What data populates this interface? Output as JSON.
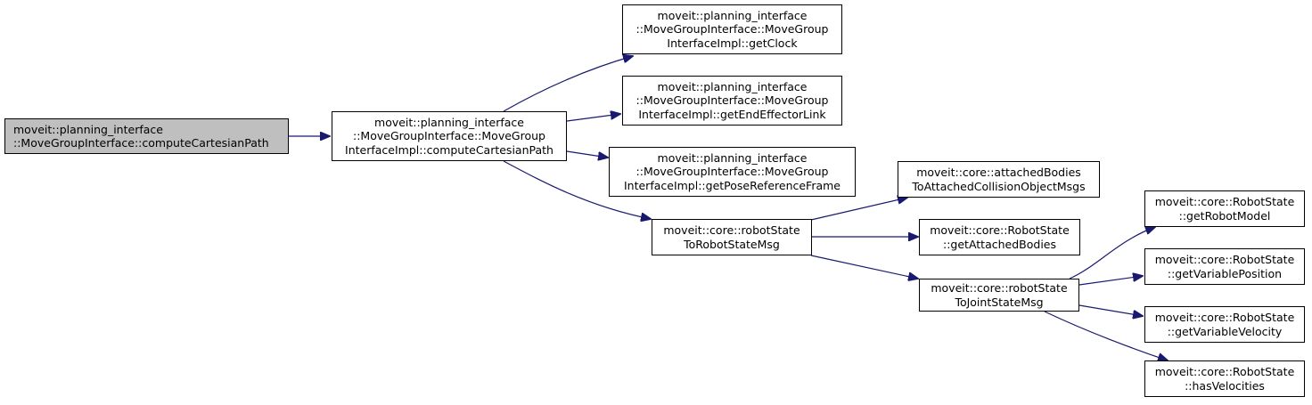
{
  "colors": {
    "edge": "#191970",
    "root_fill": "#bfbfbf",
    "node_fill": "#ffffff",
    "border": "#000000"
  },
  "nodes": {
    "n1": {
      "lines": [
        "moveit::planning_interface",
        "::MoveGroupInterface::computeCartesianPath"
      ]
    },
    "n2": {
      "lines": [
        "moveit::planning_interface",
        "::MoveGroupInterface::MoveGroup",
        "InterfaceImpl::computeCartesianPath"
      ]
    },
    "n3": {
      "lines": [
        "moveit::planning_interface",
        "::MoveGroupInterface::MoveGroup",
        "InterfaceImpl::getClock"
      ]
    },
    "n4": {
      "lines": [
        "moveit::planning_interface",
        "::MoveGroupInterface::MoveGroup",
        "InterfaceImpl::getEndEffectorLink"
      ]
    },
    "n5": {
      "lines": [
        "moveit::planning_interface",
        "::MoveGroupInterface::MoveGroup",
        "InterfaceImpl::getPoseReferenceFrame"
      ]
    },
    "n6": {
      "lines": [
        "moveit::core::robotState",
        "ToRobotStateMsg"
      ]
    },
    "n7": {
      "lines": [
        "moveit::core::attachedBodies",
        "ToAttachedCollisionObjectMsgs"
      ]
    },
    "n8": {
      "lines": [
        "moveit::core::RobotState",
        "::getAttachedBodies"
      ]
    },
    "n9": {
      "lines": [
        "moveit::core::robotState",
        "ToJointStateMsg"
      ]
    },
    "n10": {
      "lines": [
        "moveit::core::RobotState",
        "::getRobotModel"
      ]
    },
    "n11": {
      "lines": [
        "moveit::core::RobotState",
        "::getVariablePosition"
      ]
    },
    "n12": {
      "lines": [
        "moveit::core::RobotState",
        "::getVariableVelocity"
      ]
    },
    "n13": {
      "lines": [
        "moveit::core::RobotState",
        "::hasVelocities"
      ]
    }
  }
}
